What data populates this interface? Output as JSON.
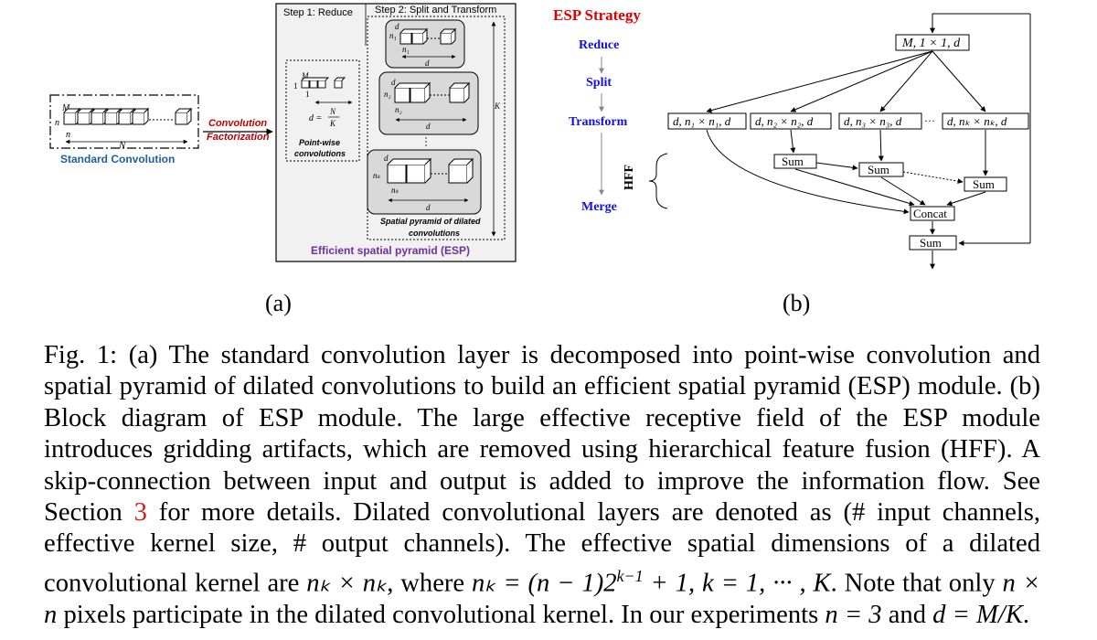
{
  "panel_a": {
    "standard_label": "Standard Convolution",
    "conv_fact_line1": "Convolution",
    "conv_fact_line2": "Factorization",
    "step1": "Step 1: Reduce",
    "step2": "Step 2: Split and Transform",
    "pointwise_line1": "Point-wise",
    "pointwise_line2": "convolutions",
    "pyramid_line1": "Spatial pyramid of dilated",
    "pyramid_line2": "convolutions",
    "esp_label": "Efficient spatial pyramid (ESP)",
    "sym_M": "M",
    "sym_N": "N",
    "sym_n": "n",
    "sym_d": "d",
    "sym_K": "K",
    "sym_one": "1",
    "sym_n1": "n₁",
    "sym_n2": "n₂",
    "sym_nK": "nₖ",
    "frac_d": "d =",
    "frac_num": "N",
    "frac_den": "K",
    "panel_label": "(a)"
  },
  "panel_b": {
    "strategy_title": "ESP Strategy",
    "steps": [
      "Reduce",
      "Split",
      "Transform",
      "Merge"
    ],
    "hff": "HFF",
    "top_box": "M, 1 × 1, d",
    "branches": [
      "d, n₁ × n₁, d",
      "d, n₂ × n₂, d",
      "d, n₃ × n₃, d",
      "d, nₖ × nₖ, d"
    ],
    "ellipsis": "···",
    "sum_label": "Sum",
    "concat_label": "Concat",
    "panel_label": "(b)",
    "colors": {
      "title": "#e00000",
      "steps": "#1010e0",
      "esp_purple": "#7030a0",
      "fact_red": "#c00000",
      "std_blue": "#1f5fa0",
      "ref_red": "#d02020"
    }
  },
  "caption": {
    "p1": "Fig. 1: (a) The standard convolution layer is decomposed into point-wise convolution and spatial pyramid of dilated convolutions to build an efficient spatial pyramid (ESP) module. (b) Block diagram of ESP module. The large effective receptive field of the ESP module introduces gridding artifacts, which are removed using hierarchical feature fusion (HFF). A skip-connection between input and output is added to improve the information flow. See Section ",
    "ref": "3",
    "p2": " for more details. Dilated convolutional layers are denoted as (# input channels, effective kernel size, # output channels). The effective spatial dimensions of a dilated convolutional kernel are ",
    "m1": "nₖ × nₖ",
    "p3": ", where ",
    "m2": "nₖ = (n − 1)2",
    "m2sup": "k−1",
    "m3": " + 1, k = 1, ··· , K",
    "p4": ". Note that only ",
    "m4": "n × n",
    "p5": " pixels participate in the dilated convolutional kernel. In our experiments ",
    "m5": "n = 3",
    "p6": " and ",
    "m6": "d = M/K",
    "p7": "."
  }
}
